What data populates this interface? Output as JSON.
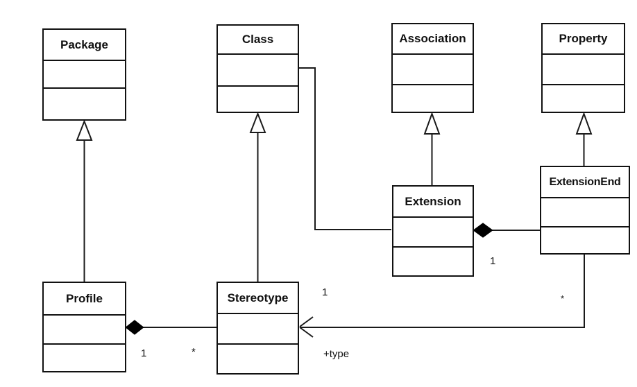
{
  "classes": {
    "package": {
      "name": "Package"
    },
    "class": {
      "name": "Class"
    },
    "association": {
      "name": "Association"
    },
    "property": {
      "name": "Property"
    },
    "extension": {
      "name": "Extension"
    },
    "extension_end": {
      "name": "ExtensionEnd"
    },
    "profile": {
      "name": "Profile"
    },
    "stereotype": {
      "name": "Stereotype"
    }
  },
  "edges": {
    "profile_stereotype": {
      "type": "composition",
      "profile_mult": "1",
      "stereotype_mult": "*"
    },
    "extension_extensionend": {
      "type": "composition",
      "mult": "1"
    },
    "extensionend_stereotype": {
      "type": "directed-association",
      "stereotype_mult": "1",
      "extensionend_mult": "*",
      "role": "+type"
    },
    "class_extension": {
      "type": "association"
    },
    "generalizations": [
      "Profile -> Package",
      "Stereotype -> Class",
      "Extension -> Association",
      "ExtensionEnd -> Property"
    ]
  },
  "colors": {
    "line": "#1a1a1a",
    "box_fill": "#ffffff",
    "diamond_fill": "#000000",
    "text": "#111111",
    "background": "#ffffff"
  }
}
